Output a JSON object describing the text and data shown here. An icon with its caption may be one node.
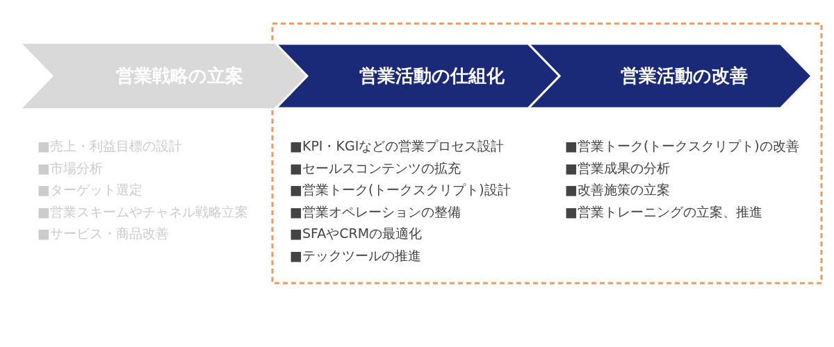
{
  "diagram": {
    "nodes": [
      {
        "text": [
          "営業戦略の立案"
        ],
        "beside": [
          "■売上・利益目標の設計",
          "■市場分析",
          "■ターゲット選定",
          "■営業スキームやチャネル戦略立案",
          "■サービス・商品改善"
        ]
      },
      {
        "text": [
          "営業活動の仕組化"
        ],
        "beside": [
          "■KPI・KGIなどの営業プロセス設計",
          "■セールスコンテンツの拡充",
          "■営業トーク(トークスクリプト)設計",
          "■営業オペレーションの整備",
          "■SFAやCRMの最適化",
          "■テックツールの推進"
        ]
      },
      {
        "text": [
          "営業活動の改善"
        ],
        "beside": [
          "■営業トーク(トークスクリプト)の改善",
          "■営業成果の分析",
          "■改善施策の立案",
          "■営業トレーニングの立案、推進"
        ]
      }
    ]
  }
}
